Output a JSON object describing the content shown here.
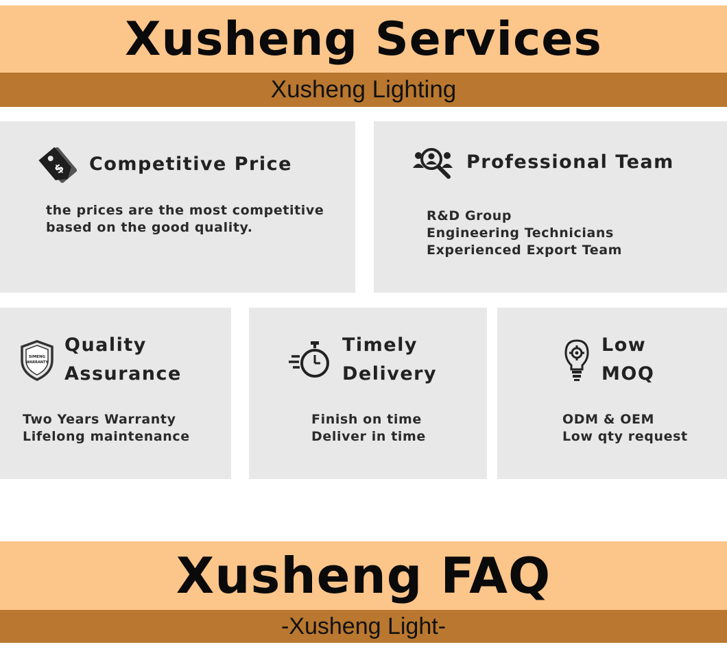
{
  "services_header": {
    "title": "Xusheng Services",
    "subtitle": "Xusheng Lighting"
  },
  "cards": {
    "price": {
      "icon": "price-tag-icon",
      "title": "Competitive Price",
      "lines": [
        "the prices are the most competitive",
        "based on the good quality."
      ]
    },
    "team": {
      "icon": "team-search-icon",
      "title": "Professional Team",
      "lines": [
        "R&D Group",
        "Engineering Technicians",
        "Experienced Export Team"
      ]
    },
    "quality": {
      "icon": "warranty-shield-icon",
      "title_lines": [
        "Quality",
        "Assurance"
      ],
      "badge_text": [
        "SIMENG",
        "WARRANTY"
      ],
      "lines": [
        "Two Years Warranty",
        "Lifelong maintenance"
      ]
    },
    "delivery": {
      "icon": "stopwatch-icon",
      "title_lines": [
        "Timely",
        "Delivery"
      ],
      "lines": [
        "Finish on time",
        "Deliver in time"
      ]
    },
    "moq": {
      "icon": "lightbulb-gear-icon",
      "title_lines": [
        "Low",
        "MOQ"
      ],
      "lines": [
        "ODM & OEM",
        "Low qty request"
      ]
    }
  },
  "faq_header": {
    "title": "Xusheng FAQ",
    "subtitle": "-Xusheng Light-"
  },
  "colors": {
    "title_band": "#fcc58a",
    "subtitle_band": "#b9772f",
    "card_bg": "#e8e8e9"
  }
}
